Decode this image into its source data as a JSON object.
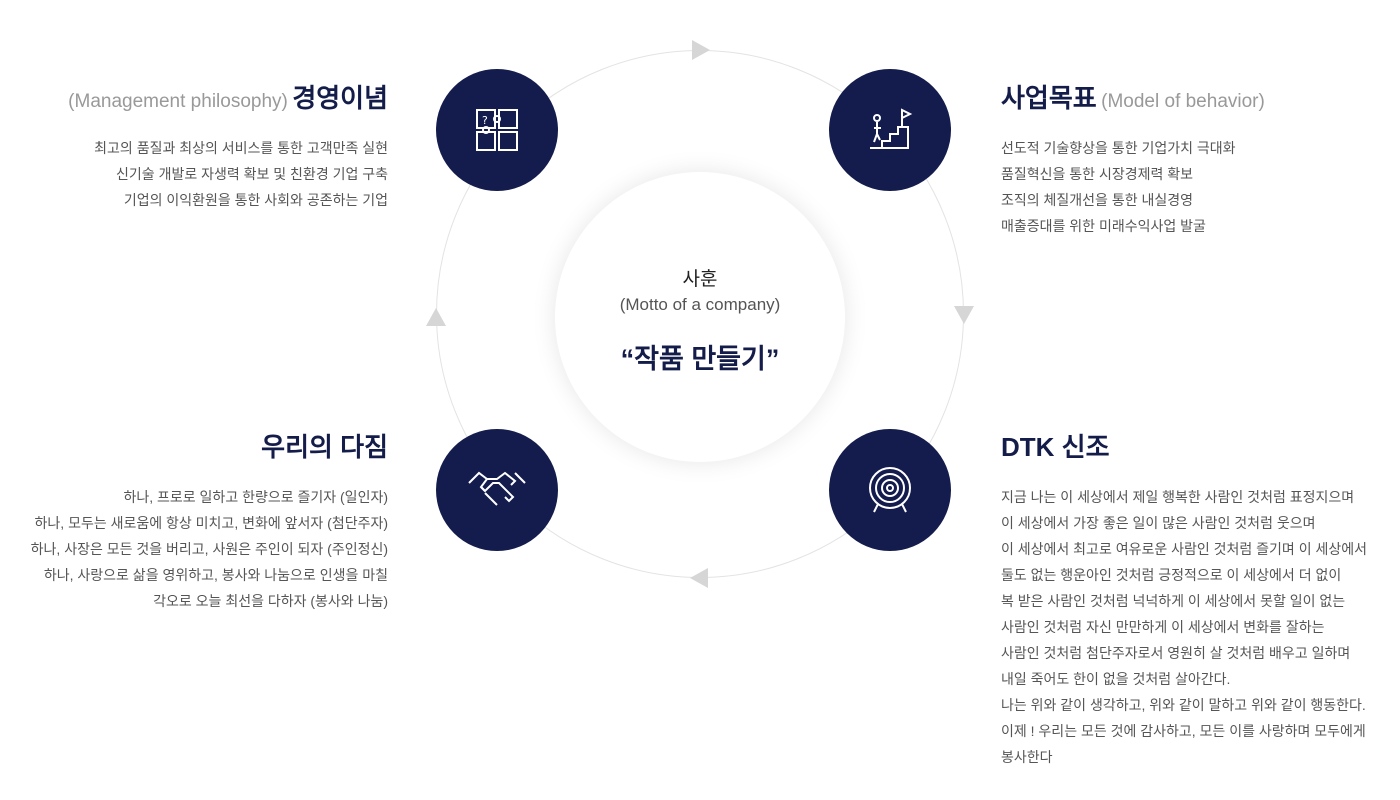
{
  "center": {
    "title": "사훈",
    "subtitle": "(Motto of a company)",
    "motto": "“작품 만들기”"
  },
  "philosophy": {
    "title": "경영이념",
    "subtitle": "(Management philosophy)",
    "lines": [
      "최고의 품질과 최상의 서비스를 통한 고객만족 실현",
      "신기술 개발로 자생력 확보 및 친환경 기업 구축",
      "기업의 이익환원을 통한 사회와 공존하는 기업"
    ]
  },
  "goals": {
    "title": "사업목표",
    "subtitle": "(Model of behavior)",
    "lines": [
      "선도적 기술향상을 통한 기업가치 극대화",
      "품질혁신을 통한 시장경제력 확보",
      "조직의 체질개선을 통한 내실경영",
      "매출증대를 위한 미래수익사업 발굴"
    ]
  },
  "pledge": {
    "title": "우리의 다짐",
    "lines": [
      "하나, 프로로 일하고 한량으로 즐기자 (일인자)",
      "하나, 모두는 새로움에 항상 미치고, 변화에 앞서자 (첨단주자)",
      "하나, 사장은 모든 것을 버리고, 사원은 주인이 되자 (주인정신)",
      "하나, 사랑으로 삶을 영위하고, 봉사와 나눔으로 인생을 마칠",
      "각오로 오늘 최선을 다하자 (봉사와 나눔)"
    ]
  },
  "creed": {
    "title": "DTK 신조",
    "lines": [
      "지금 나는 이 세상에서 제일 행복한 사람인 것처럼 표정지으며",
      "이 세상에서 가장 좋은 일이 많은 사람인 것처럼 웃으며",
      "이 세상에서 최고로 여유로운 사람인 것처럼 즐기며 이 세상에서",
      "둘도 없는 행운아인 것처럼 긍정적으로 이 세상에서 더 없이",
      "복 받은 사람인 것처럼 넉넉하게 이 세상에서 못할 일이 없는",
      "사람인 것처럼 자신 만만하게 이 세상에서 변화를 잘하는",
      "사람인 것처럼 첨단주자로서 영원히 살 것처럼 배우고 일하며",
      "내일 죽어도 한이 없을 것처럼 살아간다.",
      "나는 위와 같이 생각하고, 위와 같이 말하고 위와 같이 행동한다.",
      "이제 ! 우리는 모든 것에 감사하고, 모든 이를 사랑하며 모두에게",
      "봉사한다"
    ]
  },
  "colors": {
    "navy": "#131c4c",
    "ring": "#e3e3e3",
    "arrow": "#d6d6d6"
  }
}
